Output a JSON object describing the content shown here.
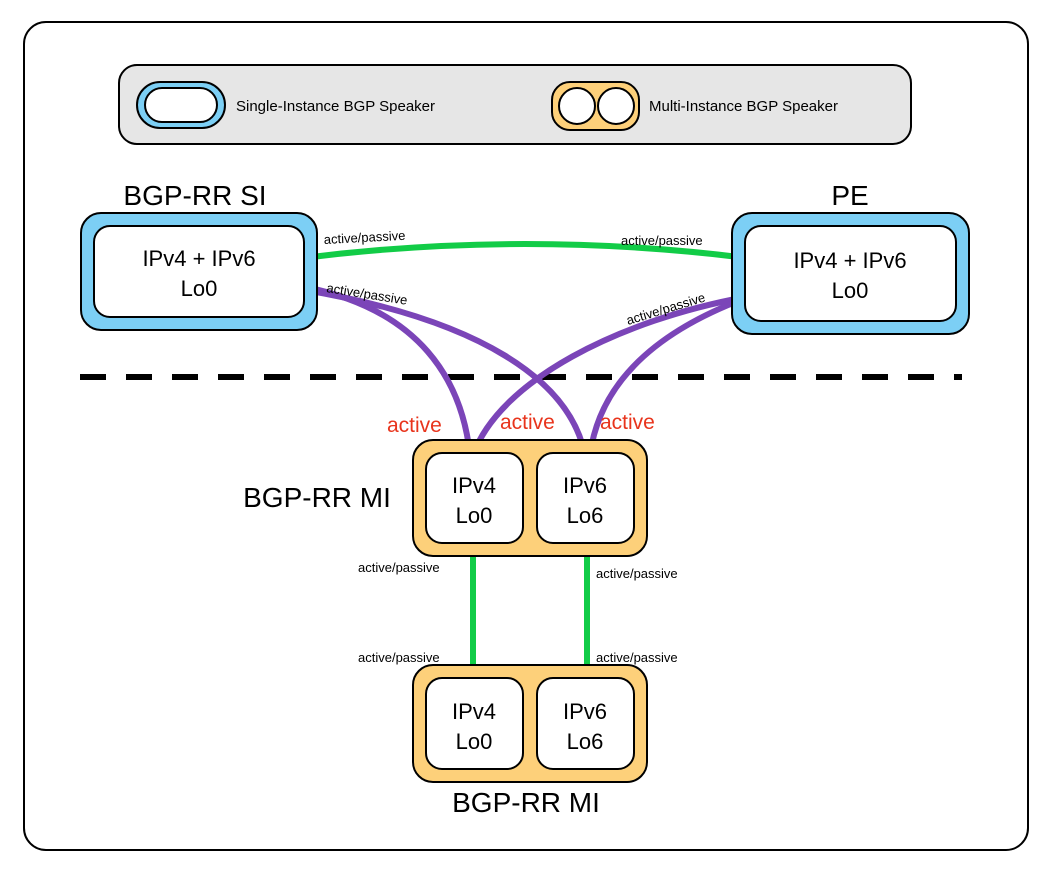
{
  "colors": {
    "si_fill": "#7ccff5",
    "mi_fill": "#fdd07a",
    "green": "#12cc47",
    "purple": "#7b45b8",
    "active_red": "#e8341c",
    "legend_bg": "#e6e6e6"
  },
  "legend": {
    "single": "Single-Instance BGP Speaker",
    "multi": "Multi-Instance BGP Speaker"
  },
  "nodes": {
    "rr_si": {
      "title": "BGP-RR SI",
      "line1": "IPv4 + IPv6",
      "line2": "Lo0"
    },
    "pe": {
      "title": "PE",
      "line1": "IPv4 + IPv6",
      "line2": "Lo0"
    },
    "rr_mi_top": {
      "title": "BGP-RR MI",
      "v4_line1": "IPv4",
      "v4_line2": "Lo0",
      "v6_line1": "IPv6",
      "v6_line2": "Lo6"
    },
    "rr_mi_bottom": {
      "title": "BGP-RR MI",
      "v4_line1": "IPv4",
      "v4_line2": "Lo0",
      "v6_line1": "IPv6",
      "v6_line2": "Lo6"
    }
  },
  "edge_labels": {
    "si_pe_left": "active/passive",
    "si_pe_right": "active/passive",
    "si_to_mi": "active/passive",
    "pe_to_mi": "active/passive",
    "mi_v4_top": "active/passive",
    "mi_v6_top": "active/passive",
    "mi_v4_bottom": "active/passive",
    "mi_v6_bottom": "active/passive"
  },
  "active_labels": [
    "active",
    "active",
    "active"
  ]
}
